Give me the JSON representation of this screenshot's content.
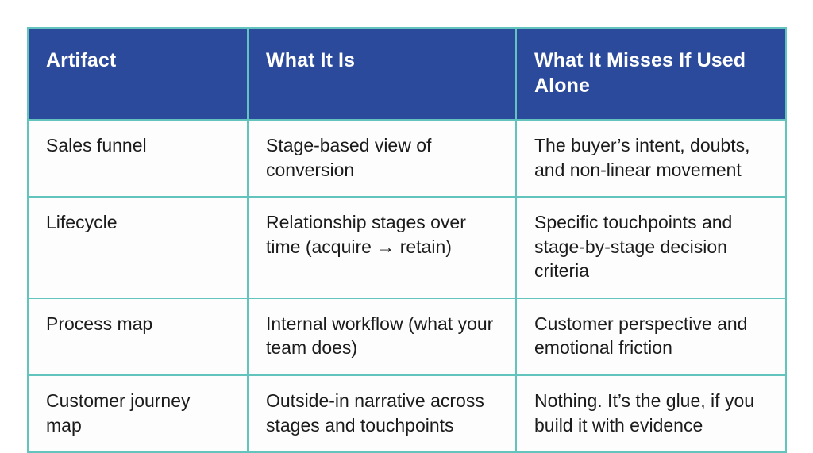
{
  "table": {
    "columns": [
      {
        "id": "artifact",
        "header": "Artifact"
      },
      {
        "id": "what_it_is",
        "header": "What It Is"
      },
      {
        "id": "what_it_misses",
        "header": "What It Misses If Used Alone"
      }
    ],
    "rows": [
      {
        "artifact": "Sales funnel",
        "what_it_is": "Stage-based view of conversion",
        "what_it_misses": "The buyer’s intent, doubts, and non-linear movement"
      },
      {
        "artifact": "Lifecycle",
        "what_it_is": "Relationship stages over time (acquire → retain)",
        "what_it_misses": "Specific touchpoints and stage-by-stage decision criteria"
      },
      {
        "artifact": "Process map",
        "what_it_is": "Internal workflow (what your team does)",
        "what_it_misses": "Customer perspective and emotional friction"
      },
      {
        "artifact": "Customer journey map",
        "what_it_is": "Outside-in narrative across stages and touchpoints",
        "what_it_misses": "Nothing. It’s the glue, if you build it with evidence"
      }
    ]
  },
  "style": {
    "header_background": "#2b4a9b",
    "header_text_color": "#ffffff",
    "border_color": "#62c4bc",
    "body_background": "#fdfdfd",
    "body_text_color": "#1b1b1b",
    "page_background": "#ffffff"
  }
}
